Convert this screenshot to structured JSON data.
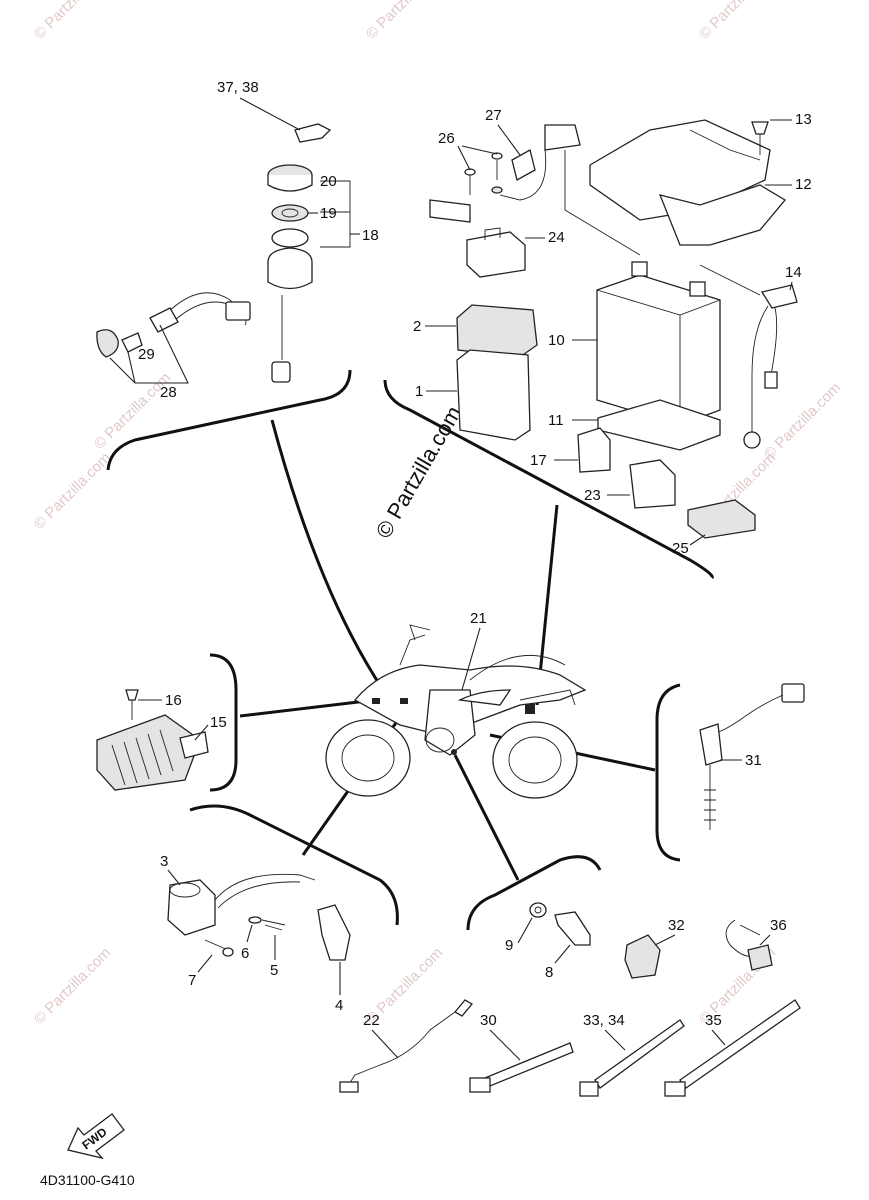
{
  "diagram_code": "4D31100-G410",
  "fwd_label": "FWD",
  "watermark": {
    "text": "© Partzilla.com",
    "center_text": "© Partzilla.com"
  },
  "callouts": {
    "c1": "1",
    "c2": "2",
    "c3": "3",
    "c4": "4",
    "c5": "5",
    "c6": "6",
    "c7": "7",
    "c8": "8",
    "c9": "9",
    "c10": "10",
    "c11": "11",
    "c12": "12",
    "c13": "13",
    "c14": "14",
    "c15": "15",
    "c16": "16",
    "c17": "17",
    "c18": "18",
    "c19": "19",
    "c20": "20",
    "c21": "21",
    "c22": "22",
    "c23": "23",
    "c24": "24",
    "c25": "25",
    "c26": "26",
    "c27": "27",
    "c28": "28",
    "c29": "29",
    "c30": "30",
    "c31": "31",
    "c32": "32",
    "c33_34": "33, 34",
    "c35": "35",
    "c36": "36",
    "c37_38": "37, 38"
  }
}
